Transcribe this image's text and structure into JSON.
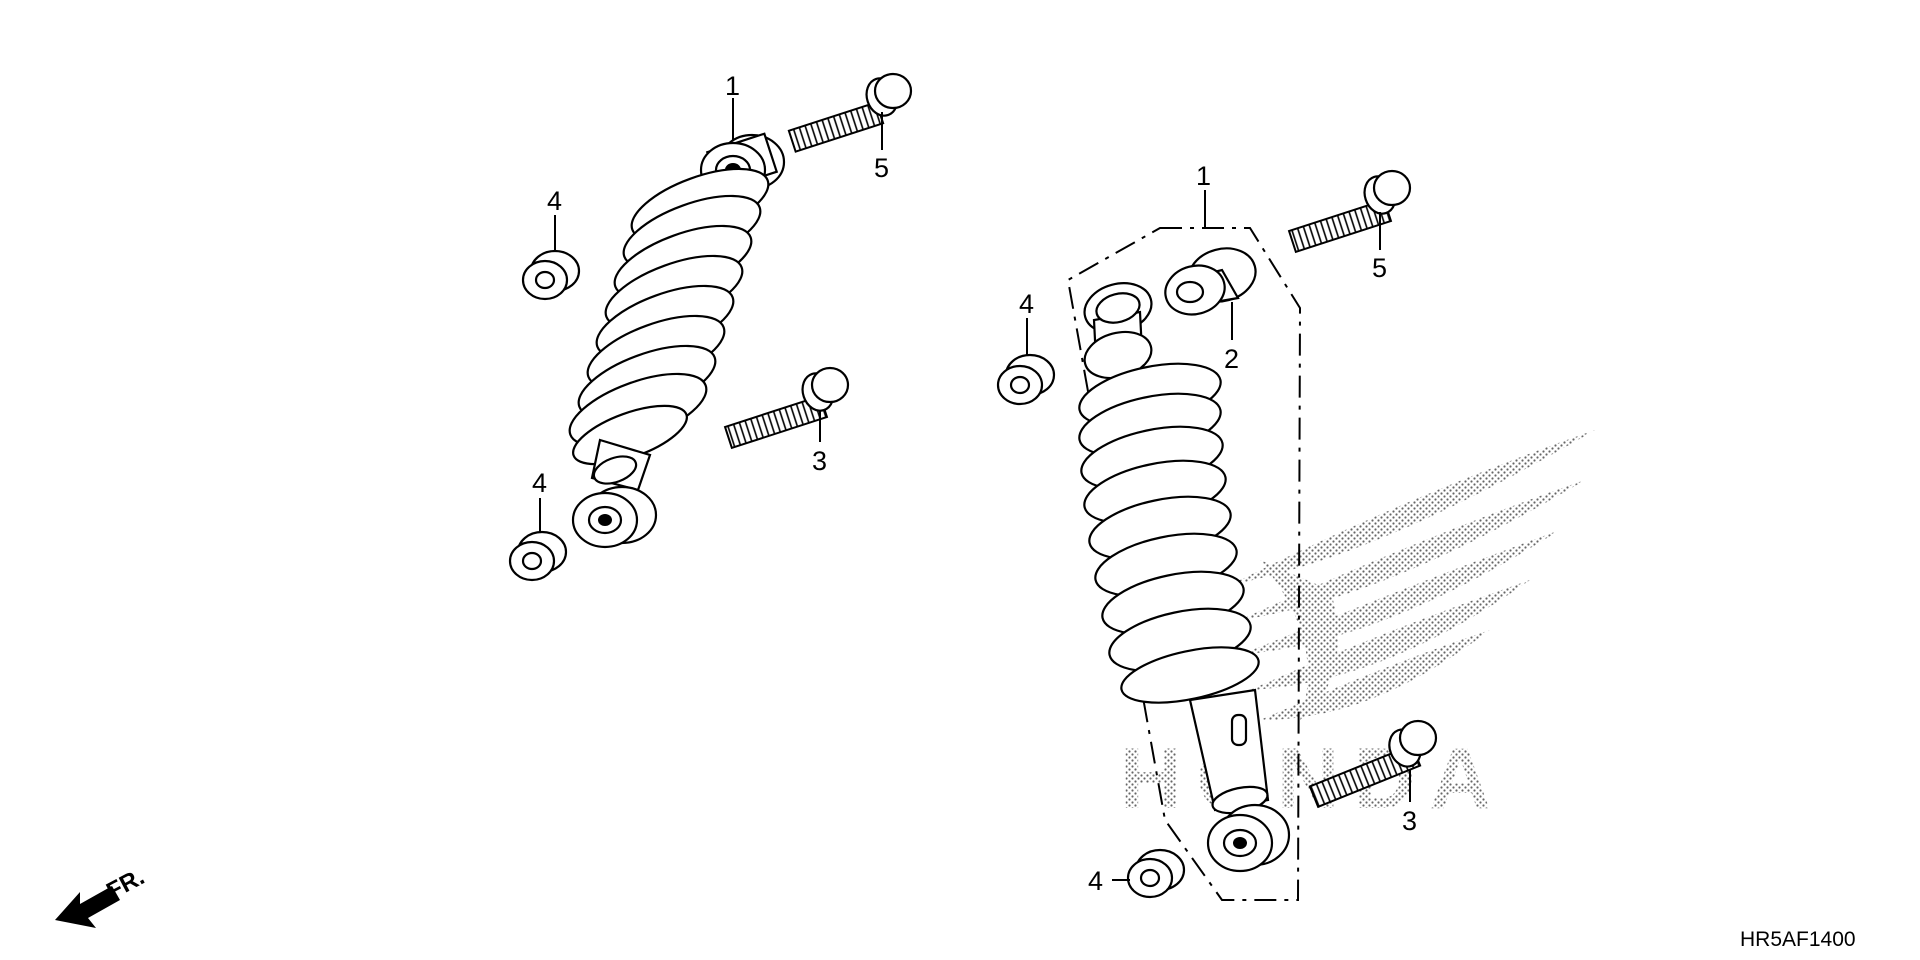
{
  "diagram": {
    "code": "HR5AF1400",
    "front_label": "FR.",
    "logo_text": "HONDA",
    "callouts": {
      "left_shock": "1",
      "left_bolt_top": "5",
      "left_nut_top": "4",
      "left_bolt_mid": "3",
      "left_nut_bottom": "4",
      "right_shock": "1",
      "right_bushing": "2",
      "right_nut_top": "4",
      "right_bolt_top": "5",
      "right_bolt_bottom": "3",
      "right_nut_bottom": "4"
    }
  }
}
